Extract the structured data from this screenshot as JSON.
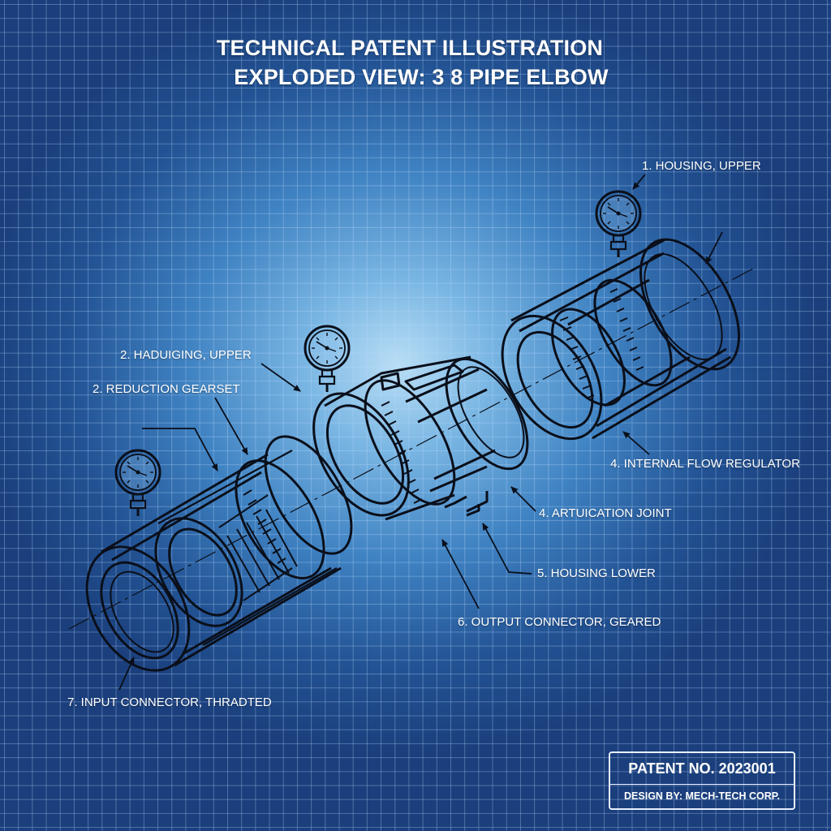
{
  "title": {
    "line1": "TECHNICAL PATENT ILLUSTRATION",
    "line2": "EXPLODED VIEW: 3 8 PIPE ELBOW"
  },
  "labels": [
    {
      "id": "housing-upper-1",
      "text": "1. HOUSING, UPPER"
    },
    {
      "id": "housing-upper-2",
      "text": "2. HADUIGING, UPPER"
    },
    {
      "id": "reduction-gearset",
      "text": "2. REDUCTION GEARSET"
    },
    {
      "id": "internal-flow-regulator",
      "text": "4. INTERNAL FLOW REGULATOR"
    },
    {
      "id": "articulation-joint",
      "text": "4. ARTUICATION JOINT"
    },
    {
      "id": "housing-lower",
      "text": "5. HOUSING LOWER"
    },
    {
      "id": "output-connector",
      "text": "6. OUTPUT CONNECTOR, GEARED"
    },
    {
      "id": "input-connector",
      "text": "7. INPUT CONNECTOR, THRADTED"
    }
  ],
  "patent": {
    "number": "PATENT NO. 2023001",
    "design_by": "DESIGN BY: MECH-TECH CORP."
  },
  "components": {
    "left_assembly": "input connector with threaded shaft and reduction gearset",
    "middle_assembly": "articulation joint with geared ring",
    "right_assembly": "housing with internal flow regulator",
    "gauges": [
      "pressure-gauge-left",
      "pressure-gauge-middle",
      "pressure-gauge-right"
    ]
  },
  "colors": {
    "background_edge": "#1b3f7c",
    "background_center": "#b9def5",
    "grid_line": "#bedcff",
    "ink": "#0a0f1a",
    "text": "#ffffff"
  }
}
